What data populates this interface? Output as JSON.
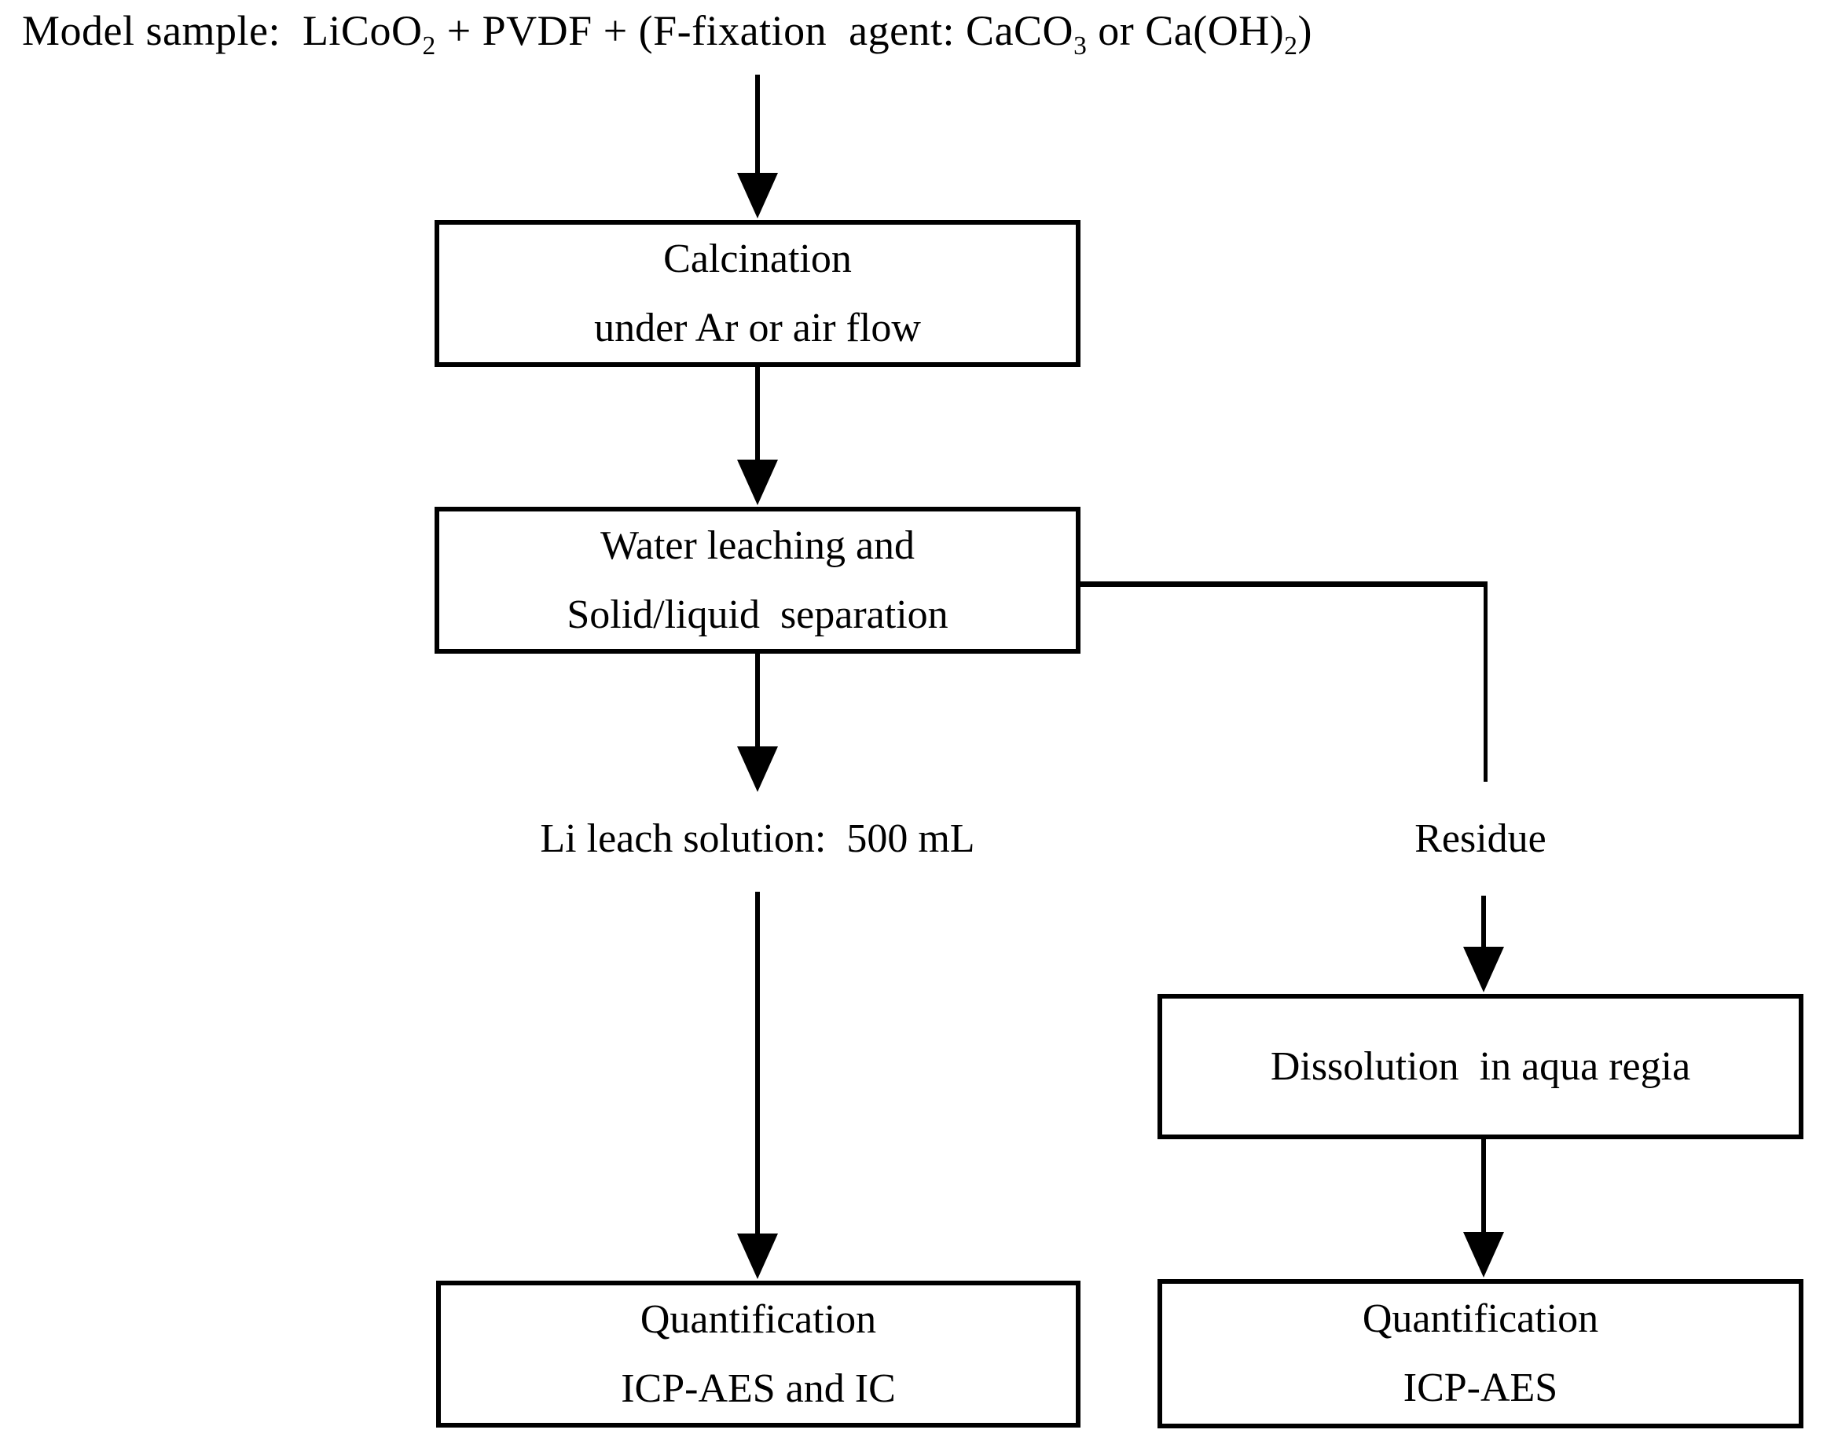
{
  "figure": {
    "background": "#ffffff",
    "line_color": "#000000",
    "title": {
      "part1": "Model sample:  LiCoO",
      "sub1": "2",
      "part2": " + PVDF + (F-fixation  agent: CaCO",
      "sub2": "3",
      "part3": " or Ca(OH)",
      "sub3": "2",
      "part4": ")"
    },
    "boxes": {
      "calcination": {
        "line1": "Calcination",
        "line2": "under Ar or air flow"
      },
      "water_leaching": {
        "line1": "Water leaching and",
        "line2": "Solid/liquid  separation"
      },
      "dissolution": {
        "line1": "Dissolution  in aqua regia"
      },
      "quantification_left": {
        "line1": "Quantification",
        "line2": "ICP-AES and IC"
      },
      "quantification_right": {
        "line1": "Quantification",
        "line2": "ICP-AES"
      }
    },
    "labels": {
      "li_leach": "Li leach solution:  500 mL",
      "residue": "Residue"
    }
  }
}
